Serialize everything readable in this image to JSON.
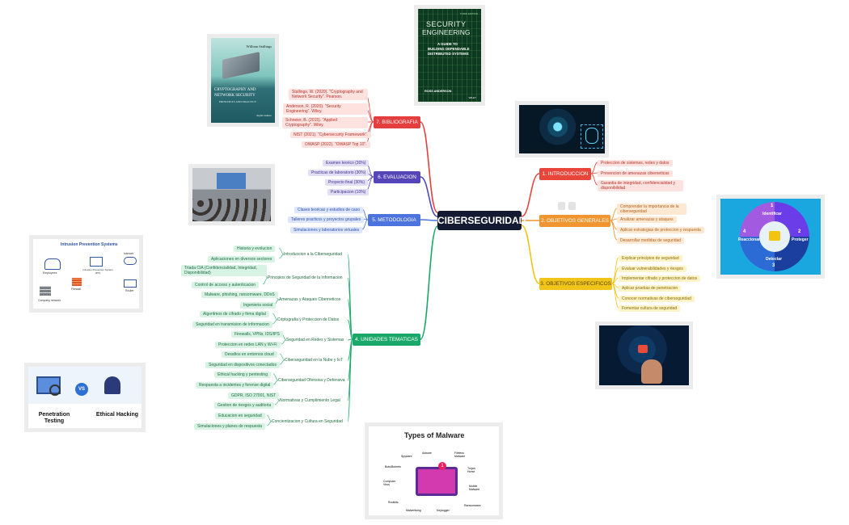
{
  "center": "CIBERSEGURIDAD",
  "colors": {
    "intro": "#e8463a",
    "objgen": "#f0952f",
    "objesp": "#f0c419",
    "unidades": "#19a86a",
    "metodologia": "#4d74de",
    "evaluacion": "#5446b8",
    "bibliografia": "#e53e3e",
    "center": "#151a33"
  },
  "branches": {
    "intro": {
      "label": "1. INTRODUCCION",
      "items": [
        "Proteccion de sistemas, redes y datos",
        "Prevencion de amenazas ciberneticas",
        "Garantia de integridad, confidencialidad y disponibilidad"
      ]
    },
    "objgen": {
      "label": "2. OBJETIVOS GENERALES",
      "items": [
        "Comprender la importancia de la ciberseguridad",
        "Analizar amenazas y ataques",
        "Aplicar estrategias de proteccion y respuesta",
        "Desarrollar medidas de seguridad"
      ]
    },
    "objesp": {
      "label": "3. OBJETIVOS ESPECIFICOS",
      "items": [
        "Explicar principios de seguridad",
        "Evaluar vulnerabilidades y riesgos",
        "Implementar cifrado y proteccion de datos",
        "Aplicar pruebas de penetracion",
        "Conocer normativas de ciberseguridad",
        "Fomentar cultura de seguridad"
      ]
    },
    "unidades": {
      "label": "4. UNIDADES TEMATICAS",
      "topics": [
        {
          "label": "Introduccion a la Ciberseguridad",
          "items": [
            "Historia y evolucion",
            "Aplicaciones en diversos sectores"
          ]
        },
        {
          "label": "Principios de Seguridad de la Informacion",
          "items": [
            "Triada CIA (Confidencialidad, Integridad, Disponibilidad)",
            "Control de acceso y autenticacion"
          ]
        },
        {
          "label": "Amenazas y Ataques Ciberneticos",
          "items": [
            "Malware, phishing, ransomware, DDoS",
            "Ingenieria social"
          ]
        },
        {
          "label": "Criptografia y Proteccion de Datos",
          "items": [
            "Algoritmos de cifrado y firma digital",
            "Seguridad en transmision de informacion"
          ]
        },
        {
          "label": "Seguridad en Redes y Sistemas",
          "items": [
            "Firewalls, VPNs, IDS/IPS",
            "Proteccion en redes LAN y Wi-Fi"
          ]
        },
        {
          "label": "Ciberseguridad en la Nube y IoT",
          "items": [
            "Desafios en entornos cloud",
            "Seguridad en dispositivos conectados"
          ]
        },
        {
          "label": "Ciberseguridad Ofensiva y Defensiva",
          "items": [
            "Ethical hacking y pentesting",
            "Respuesta a incidentes y forense digital"
          ]
        },
        {
          "label": "Normativas y Cumplimiento Legal",
          "items": [
            "GDPR, ISO 27001, NIST",
            "Gestion de riesgos y auditoria"
          ]
        },
        {
          "label": "Concientizacion y Cultura en Seguridad",
          "items": [
            "Educacion en seguridad",
            "Simulaciones y planes de respuesta"
          ]
        }
      ]
    },
    "metodologia": {
      "label": "5. METODOLOGIA",
      "items": [
        "Clases teoricas y estudios de caso",
        "Talleres practicos y proyectos grupales",
        "Simulaciones y laboratorios virtuales"
      ]
    },
    "evaluacion": {
      "label": "6. EVALUACION",
      "items": [
        "Examen teorico (30%)",
        "Practicas de laboratorio (30%)",
        "Proyecto final (30%)",
        "Participacion (10%)"
      ]
    },
    "bibliografia": {
      "label": "7. BIBLIOGRAFIA",
      "items": [
        "Stallings, W. (2020). \"Cryptography and Network Security\". Pearson.",
        "Anderson, R. (2020). \"Security Engineering\". Wiley.",
        "Schneier, B. (2015). \"Applied Cryptography\". Wiley.",
        "NIST (2021). \"Cybersecurity Framework\".",
        "OWASP (2022). \"OWASP Top 10\"."
      ]
    }
  },
  "images": {
    "stallings": {
      "author": "William Stallings",
      "title1": "CRYPTOGRAPHY AND",
      "title2": "NETWORK SECURITY",
      "subtitle": "PRINCIPLES AND PRACTICE",
      "edition": "Eighth Edition"
    },
    "anderson": {
      "edition": "THIRD EDITION",
      "title1": "SECURITY",
      "title2": "ENGINEERING",
      "subtitle1": "A GUIDE TO",
      "subtitle2": "BUILDING DEPENDABLE",
      "subtitle3": "DISTRIBUTED SYSTEMS",
      "author": "ROSS ANDERSON",
      "publisher": "WILEY"
    },
    "ips": {
      "title": "Intrusion Prevention Systems",
      "employees": "Employees",
      "firewall": "Firewall",
      "ips_label": "Intrusion Prevention System (IPS)",
      "internet": "Internet",
      "router": "Router",
      "company": "Company network"
    },
    "pentest": {
      "left": "Penetration Testing",
      "vs": "VS",
      "right": "Ethical Hacking"
    },
    "cycle": {
      "identificar": "Identificar",
      "proteger": "Proteger",
      "detectar": "Detectar",
      "reaccionar": "Reaccionar",
      "n1": "1",
      "n2": "2",
      "n3": "3",
      "n4": "4"
    },
    "malware": {
      "title": "Types of Malware",
      "items": [
        "Adware",
        "Spyware",
        "Fileless Malware",
        "Bots/Botnets",
        "Trojan Horse",
        "Computer Virus",
        "Mobile Malware",
        "Rootkits",
        "Ransomware",
        "Malvertising",
        "Keylogger"
      ],
      "badge": "1"
    }
  }
}
